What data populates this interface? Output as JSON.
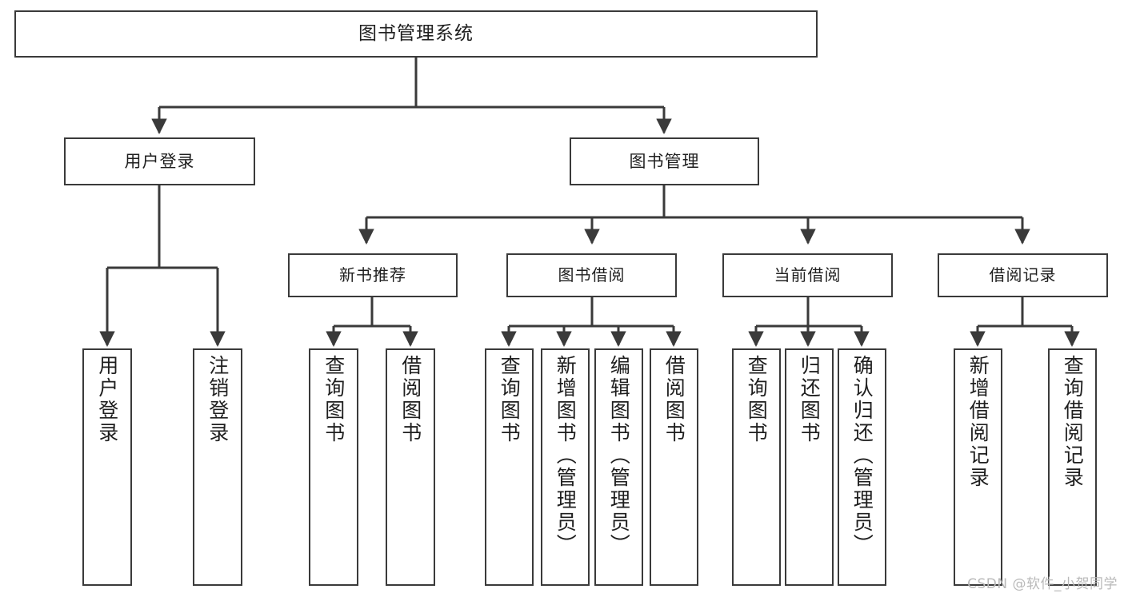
{
  "diagram": {
    "title": "图书管理系统",
    "type": "tree-hierarchy",
    "stroke_color": "#3a3a3a",
    "text_color": "#1f1f1f",
    "background_color": "#ffffff",
    "watermark": "CSDN @软件_小贺同学",
    "nodes": {
      "root": {
        "label": "图书管理系统"
      },
      "level2": [
        {
          "label": "用户登录"
        },
        {
          "label": "图书管理"
        }
      ],
      "level3": [
        {
          "label": "新书推荐"
        },
        {
          "label": "图书借阅"
        },
        {
          "label": "当前借阅"
        },
        {
          "label": "借阅记录"
        }
      ],
      "leaves": {
        "user_login": [
          {
            "label": "用户登录"
          },
          {
            "label": "注销登录"
          }
        ],
        "new_book_recommend": [
          {
            "label": "查询图书"
          },
          {
            "label": "借阅图书"
          }
        ],
        "book_borrow": [
          {
            "label": "查询图书"
          },
          {
            "label": "新增图书（管理员）"
          },
          {
            "label": "编辑图书（管理员）"
          },
          {
            "label": "借阅图书"
          }
        ],
        "current_borrow": [
          {
            "label": "查询图书"
          },
          {
            "label": "归还图书"
          },
          {
            "label": "确认归还（管理员）"
          }
        ],
        "borrow_record": [
          {
            "label": "新增借阅记录"
          },
          {
            "label": "查询借阅记录"
          }
        ]
      }
    }
  }
}
